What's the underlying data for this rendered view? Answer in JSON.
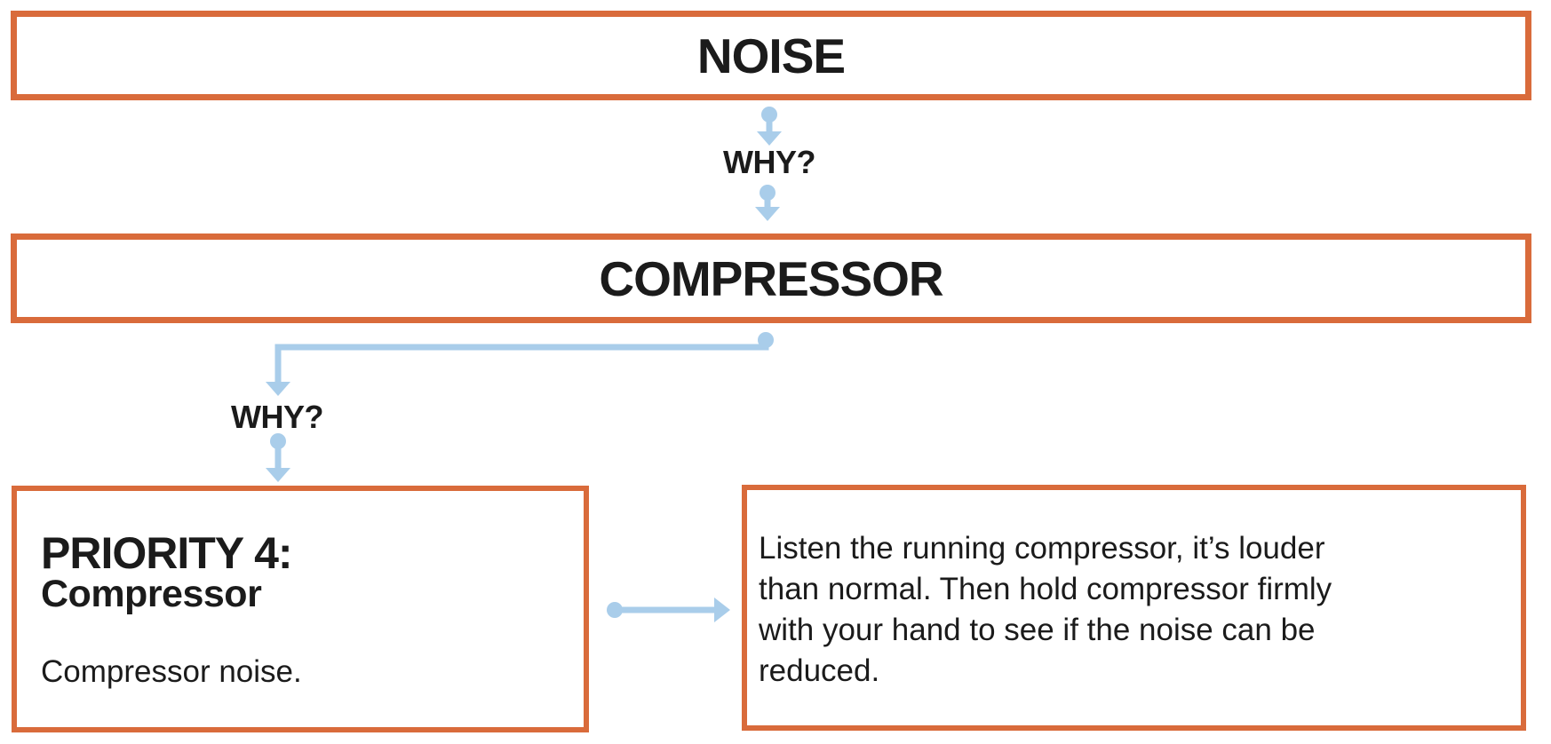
{
  "colors": {
    "border": "#D96B3B",
    "arrow": "#A9CDEA",
    "text": "#1B1B1B"
  },
  "flow": {
    "symptom_label": "NOISE",
    "why_label_top": "WHY?",
    "cause_label": "COMPRESSOR",
    "why_label_left": "WHY?"
  },
  "priority_box": {
    "title": "PRIORITY 4:",
    "subtitle": "Compressor",
    "description": "Compressor noise."
  },
  "action_box": {
    "lines": [
      "Listen the running compressor, it’s louder",
      "than normal. Then hold compressor firmly",
      "with your hand to see if the noise can be",
      "reduced."
    ]
  }
}
